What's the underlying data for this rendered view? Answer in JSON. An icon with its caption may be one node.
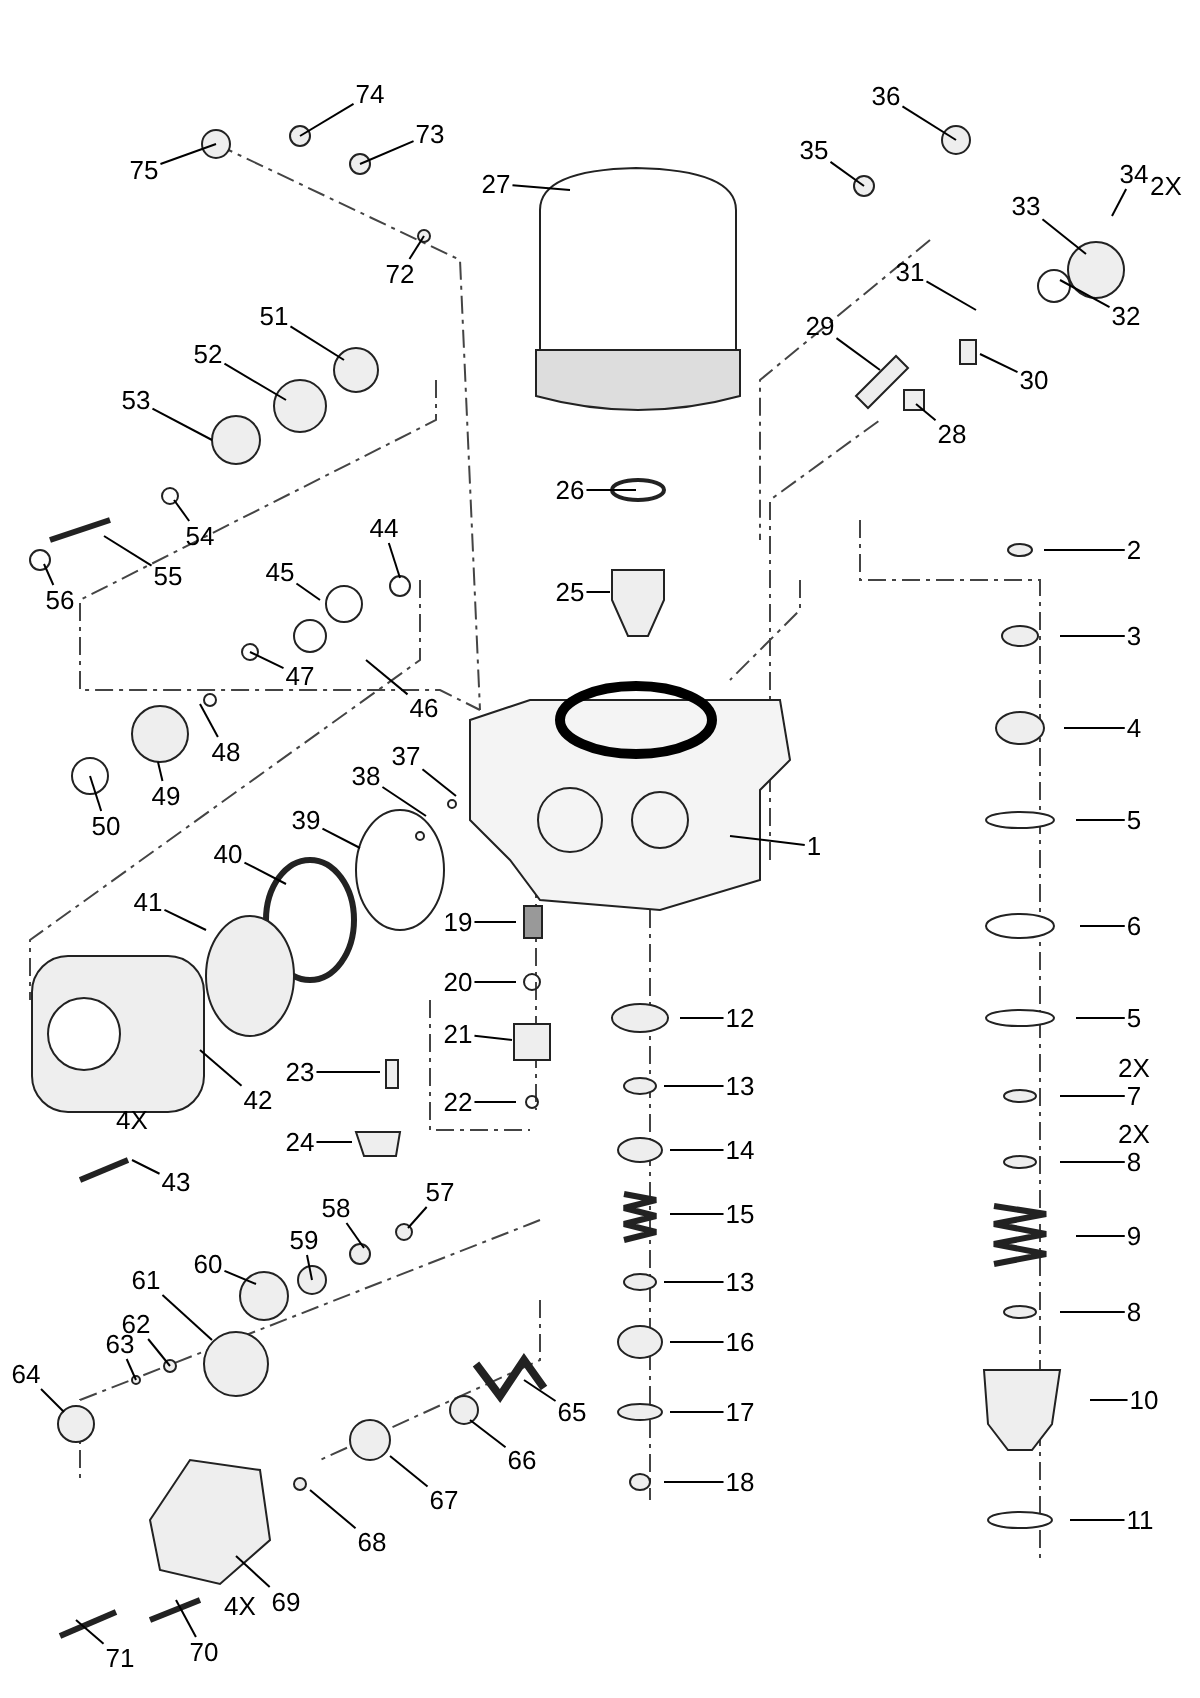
{
  "diagram": {
    "nodes": [
      {
        "text": [
          "74"
        ]
      },
      {
        "text": [
          "36"
        ]
      },
      {
        "text": [
          "75"
        ]
      },
      {
        "text": [
          "73"
        ]
      },
      {
        "text": [
          "35"
        ]
      },
      {
        "text": [
          "34"
        ]
      },
      {
        "text": [
          "27"
        ]
      },
      {
        "text": [
          "33"
        ]
      },
      {
        "text": [
          "72"
        ]
      },
      {
        "text": [
          "31"
        ]
      },
      {
        "text": [
          "51"
        ]
      },
      {
        "text": [
          "32"
        ]
      },
      {
        "text": [
          "29"
        ]
      },
      {
        "text": [
          "52"
        ]
      },
      {
        "text": [
          "30"
        ]
      },
      {
        "text": [
          "53"
        ]
      },
      {
        "text": [
          "28"
        ]
      },
      {
        "text": [
          "26"
        ]
      },
      {
        "text": [
          "54"
        ]
      },
      {
        "text": [
          "44"
        ]
      },
      {
        "text": [
          "55"
        ]
      },
      {
        "text": [
          "45"
        ]
      },
      {
        "text": [
          "2"
        ]
      },
      {
        "text": [
          "25"
        ]
      },
      {
        "text": [
          "56"
        ]
      },
      {
        "text": [
          "3"
        ]
      },
      {
        "text": [
          "47"
        ]
      },
      {
        "text": [
          "46"
        ]
      },
      {
        "text": [
          "4"
        ]
      },
      {
        "text": [
          "48"
        ]
      },
      {
        "text": [
          "37"
        ]
      },
      {
        "text": [
          "38"
        ]
      },
      {
        "text": [
          "49"
        ]
      },
      {
        "text": [
          "5"
        ]
      },
      {
        "text": [
          "39"
        ]
      },
      {
        "text": [
          "50"
        ]
      },
      {
        "text": [
          "1"
        ]
      },
      {
        "text": [
          "40"
        ]
      },
      {
        "text": [
          "41"
        ]
      },
      {
        "text": [
          "19"
        ]
      },
      {
        "text": [
          "6"
        ]
      },
      {
        "text": [
          "20"
        ]
      },
      {
        "text": [
          "12"
        ]
      },
      {
        "text": [
          "5"
        ]
      },
      {
        "text": [
          "21"
        ]
      },
      {
        "text": [
          "23"
        ]
      },
      {
        "text": [
          "7"
        ]
      },
      {
        "text": [
          "13"
        ]
      },
      {
        "text": [
          "22"
        ]
      },
      {
        "text": [
          "42"
        ]
      },
      {
        "text": [
          "24"
        ]
      },
      {
        "text": [
          "14"
        ]
      },
      {
        "text": [
          "8"
        ]
      },
      {
        "text": [
          "43"
        ]
      },
      {
        "text": [
          "57"
        ]
      },
      {
        "text": [
          "15"
        ]
      },
      {
        "text": [
          "58"
        ]
      },
      {
        "text": [
          "59"
        ]
      },
      {
        "text": [
          "9"
        ]
      },
      {
        "text": [
          "60"
        ]
      },
      {
        "text": [
          "61"
        ]
      },
      {
        "text": [
          "13"
        ]
      },
      {
        "text": [
          "8"
        ]
      },
      {
        "text": [
          "62"
        ]
      },
      {
        "text": [
          "63"
        ]
      },
      {
        "text": [
          "16"
        ]
      },
      {
        "text": [
          "64"
        ]
      },
      {
        "text": [
          "65"
        ]
      },
      {
        "text": [
          "10"
        ]
      },
      {
        "text": [
          "17"
        ]
      },
      {
        "text": [
          "66"
        ]
      },
      {
        "text": [
          "67"
        ]
      },
      {
        "text": [
          "18"
        ]
      },
      {
        "text": [
          "11"
        ]
      },
      {
        "text": [
          "68"
        ]
      },
      {
        "text": [
          "69"
        ]
      },
      {
        "text": [
          "70"
        ]
      },
      {
        "text": [
          "71"
        ]
      }
    ],
    "edges": [
      {
        "from": 0,
        "to": null,
        "arrow": "none"
      },
      {
        "from": 1,
        "to": null,
        "arrow": "none"
      },
      {
        "from": 2,
        "to": null,
        "arrow": "none"
      },
      {
        "from": 3,
        "to": null,
        "arrow": "none"
      },
      {
        "from": 4,
        "to": null,
        "arrow": "none"
      },
      {
        "from": 5,
        "to": null,
        "arrow": "none"
      },
      {
        "from": 6,
        "to": null,
        "arrow": "none"
      },
      {
        "from": 7,
        "to": null,
        "arrow": "none"
      },
      {
        "from": 8,
        "to": null,
        "arrow": "none"
      },
      {
        "from": 9,
        "to": null,
        "arrow": "none"
      },
      {
        "from": 10,
        "to": null,
        "arrow": "none"
      },
      {
        "from": 11,
        "to": null,
        "arrow": "none"
      },
      {
        "from": 12,
        "to": null,
        "arrow": "none"
      },
      {
        "from": 13,
        "to": null,
        "arrow": "none"
      },
      {
        "from": 14,
        "to": null,
        "arrow": "none"
      },
      {
        "from": 15,
        "to": null,
        "arrow": "none"
      },
      {
        "from": 16,
        "to": null,
        "arrow": "none"
      },
      {
        "from": 17,
        "to": null,
        "arrow": "none"
      },
      {
        "from": 18,
        "to": null,
        "arrow": "none"
      },
      {
        "from": 19,
        "to": null,
        "arrow": "none"
      },
      {
        "from": 20,
        "to": null,
        "arrow": "none"
      },
      {
        "from": 21,
        "to": null,
        "arrow": "none"
      },
      {
        "from": 22,
        "to": null,
        "arrow": "none"
      },
      {
        "from": 23,
        "to": null,
        "arrow": "none"
      },
      {
        "from": 24,
        "to": null,
        "arrow": "none"
      },
      {
        "from": 25,
        "to": null,
        "arrow": "none"
      },
      {
        "from": 26,
        "to": null,
        "arrow": "none"
      },
      {
        "from": 27,
        "to": null,
        "arrow": "none"
      },
      {
        "from": 28,
        "to": null,
        "arrow": "none"
      },
      {
        "from": 29,
        "to": null,
        "arrow": "none"
      },
      {
        "from": 30,
        "to": null,
        "arrow": "none"
      },
      {
        "from": 31,
        "to": null,
        "arrow": "none"
      },
      {
        "from": 32,
        "to": null,
        "arrow": "none"
      },
      {
        "from": 33,
        "to": null,
        "arrow": "none"
      },
      {
        "from": 34,
        "to": null,
        "arrow": "none"
      },
      {
        "from": 35,
        "to": null,
        "arrow": "none"
      },
      {
        "from": 36,
        "to": null,
        "arrow": "none"
      },
      {
        "from": 37,
        "to": null,
        "arrow": "none"
      },
      {
        "from": 38,
        "to": null,
        "arrow": "none"
      },
      {
        "from": 39,
        "to": null,
        "arrow": "none"
      },
      {
        "from": 40,
        "to": null,
        "arrow": "none"
      },
      {
        "from": 41,
        "to": null,
        "arrow": "none"
      },
      {
        "from": 42,
        "to": null,
        "arrow": "none"
      },
      {
        "from": 43,
        "to": null,
        "arrow": "none"
      },
      {
        "from": 44,
        "to": null,
        "arrow": "none"
      },
      {
        "from": 45,
        "to": null,
        "arrow": "none"
      },
      {
        "from": 46,
        "to": null,
        "arrow": "none"
      },
      {
        "from": 47,
        "to": null,
        "arrow": "none"
      },
      {
        "from": 48,
        "to": null,
        "arrow": "none"
      },
      {
        "from": 49,
        "to": null,
        "arrow": "none"
      },
      {
        "from": 50,
        "to": null,
        "arrow": "none"
      },
      {
        "from": 51,
        "to": null,
        "arrow": "none"
      },
      {
        "from": 52,
        "to": null,
        "arrow": "none"
      },
      {
        "from": 53,
        "to": null,
        "arrow": "none"
      },
      {
        "from": 54,
        "to": null,
        "arrow": "none"
      },
      {
        "from": 55,
        "to": null,
        "arrow": "none"
      },
      {
        "from": 56,
        "to": null,
        "arrow": "none"
      },
      {
        "from": 57,
        "to": null,
        "arrow": "none"
      },
      {
        "from": 58,
        "to": null,
        "arrow": "none"
      },
      {
        "from": 59,
        "to": null,
        "arrow": "none"
      },
      {
        "from": 60,
        "to": null,
        "arrow": "none"
      },
      {
        "from": 61,
        "to": null,
        "arrow": "none"
      },
      {
        "from": 62,
        "to": null,
        "arrow": "none"
      },
      {
        "from": 63,
        "to": null,
        "arrow": "none"
      },
      {
        "from": 64,
        "to": null,
        "arrow": "none"
      },
      {
        "from": 65,
        "to": null,
        "arrow": "none"
      },
      {
        "from": 66,
        "to": null,
        "arrow": "none"
      },
      {
        "from": 67,
        "to": null,
        "arrow": "none"
      },
      {
        "from": 68,
        "to": null,
        "arrow": "none"
      },
      {
        "from": 69,
        "to": null,
        "arrow": "none"
      },
      {
        "from": 70,
        "to": null,
        "arrow": "none"
      },
      {
        "from": 71,
        "to": null,
        "arrow": "none"
      },
      {
        "from": 72,
        "to": null,
        "arrow": "none"
      },
      {
        "from": 73,
        "to": null,
        "arrow": "none"
      },
      {
        "from": 74,
        "to": null,
        "arrow": "none"
      },
      {
        "from": 75,
        "to": null,
        "arrow": "none"
      },
      {
        "from": 76,
        "to": null,
        "arrow": "none"
      },
      {
        "from": 77,
        "to": null,
        "arrow": "none"
      }
    ],
    "labels": [
      "2X",
      "4X",
      "2X",
      "2X",
      "4X"
    ]
  }
}
